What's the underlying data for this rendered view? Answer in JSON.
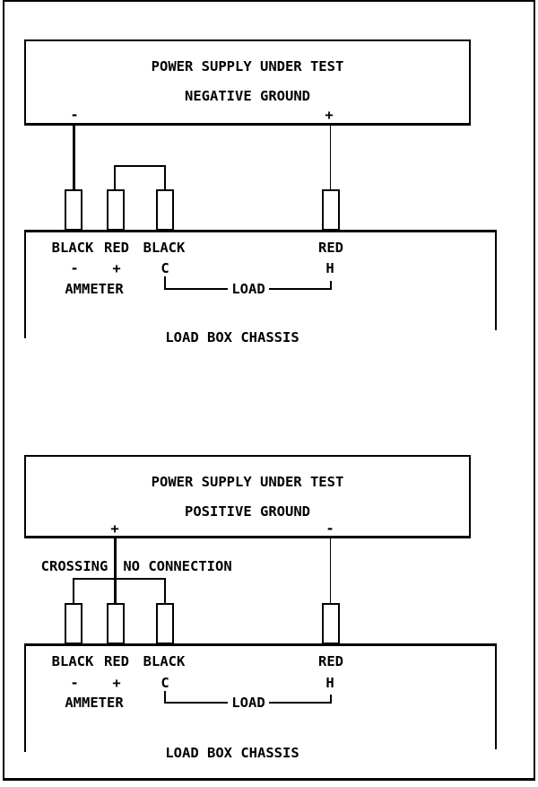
{
  "d1": {
    "title": "POWER SUPPLY UNDER TEST",
    "ground": "NEGATIVE GROUND",
    "psu_left_mark": "-",
    "psu_right_mark": "+",
    "terminal_colors": [
      "BLACK",
      "RED",
      "BLACK",
      "RED"
    ],
    "terminal_marks": [
      "-",
      "+",
      "C",
      "H"
    ],
    "ammeter_label": "AMMETER",
    "load_label": "LOAD",
    "chassis_label": "LOAD BOX CHASSIS"
  },
  "d2": {
    "title": "POWER SUPPLY UNDER TEST",
    "ground": "POSITIVE GROUND",
    "psu_left_mark": "+",
    "psu_right_mark": "-",
    "crossing_label": "CROSSING",
    "no_connection_label": "NO CONNECTION",
    "terminal_colors": [
      "BLACK",
      "RED",
      "BLACK",
      "RED"
    ],
    "terminal_marks": [
      "-",
      "+",
      "C",
      "H"
    ],
    "ammeter_label": "AMMETER",
    "load_label": "LOAD",
    "chassis_label": "LOAD BOX CHASSIS"
  },
  "colors": {
    "line": "#000000",
    "background": "#ffffff"
  }
}
